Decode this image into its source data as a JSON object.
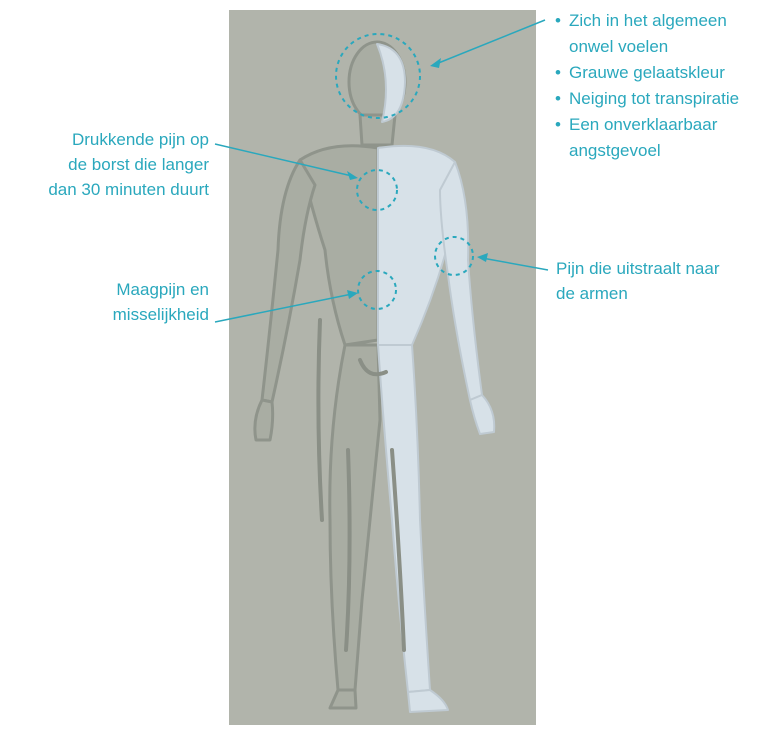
{
  "labels": {
    "chest": {
      "line1": "Drukkende pijn op",
      "line2": "de borst die langer",
      "line3": "dan 30 minuten duurt"
    },
    "stomach": {
      "line1": "Maagpijn en",
      "line2": "misselijkheid"
    },
    "arm": {
      "line1": "Pijn die uitstraalt naar",
      "line2": "de armen"
    }
  },
  "head_symptoms": [
    {
      "line1": "Zich in het algemeen",
      "line2": "onwel voelen"
    },
    {
      "line1": "Grauwe gelaatskleur",
      "line2": ""
    },
    {
      "line1": "Neiging tot transpiratie",
      "line2": ""
    },
    {
      "line1": "Een onverklaarbaar",
      "line2": "angstgevoel"
    }
  ],
  "bullet_glyph": "•",
  "colors": {
    "accent": "#2aa8bd",
    "panel": "#b1b4ab",
    "body_light": "#d7e1e8",
    "body_dark": "#9ea39a"
  }
}
